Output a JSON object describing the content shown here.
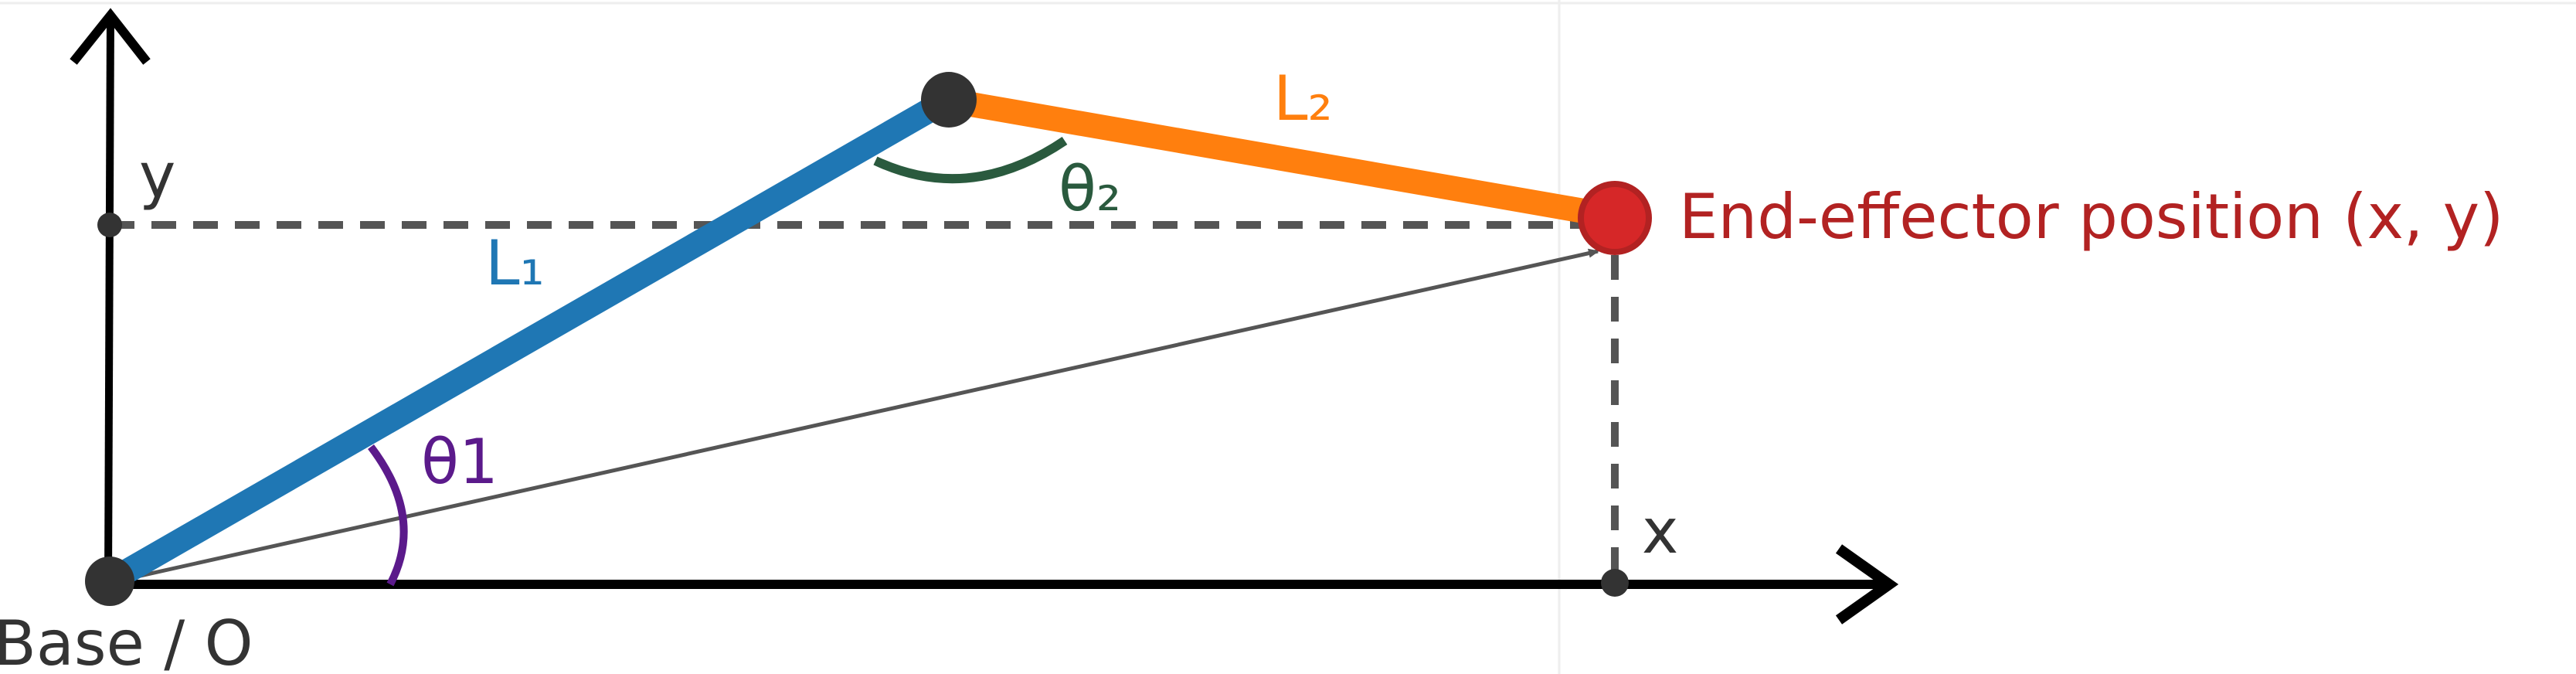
{
  "labels": {
    "y_axis": "y",
    "x_axis": "x",
    "base": "Base / O",
    "link1": "L₁",
    "link2": "L₂",
    "theta1": "θ1",
    "theta2": "θ₂",
    "end_effector": "End-effector position (x, y)"
  },
  "colors": {
    "axes": "#000000",
    "guide": "#555555",
    "joint": "#333333",
    "link1": "#1f77b4",
    "link2": "#ff7f0e",
    "theta1": "#5b1a8b",
    "theta2": "#2a5a3e",
    "end_effector": "#d62728",
    "end_effector_label": "#b22222",
    "text": "#333333",
    "border": "#eeeeee"
  }
}
